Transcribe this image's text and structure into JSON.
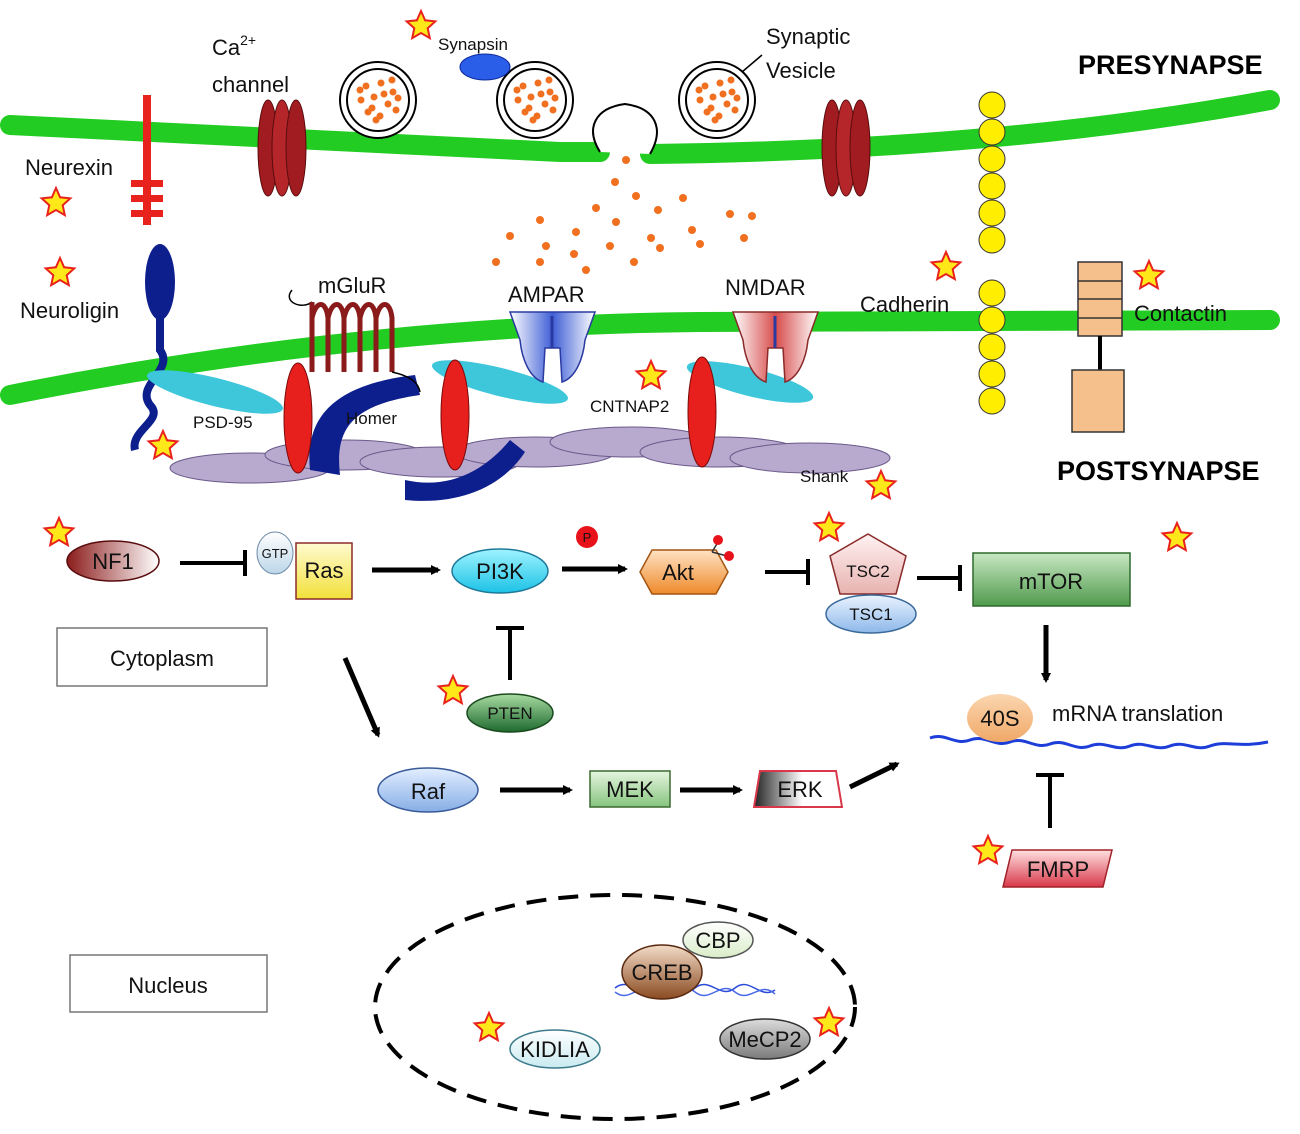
{
  "labels": {
    "presynapse": "PRESYNAPSE",
    "postsynapse": "POSTSYNAPSE",
    "ca_channel_1": "Ca",
    "ca_channel_sup": "2+",
    "ca_channel_2": "channel",
    "synapsin": "Synapsin",
    "synaptic_vesicle_1": "Synaptic",
    "synaptic_vesicle_2": "Vesicle",
    "neurexin": "Neurexin",
    "neuroligin": "Neuroligin",
    "mglur": "mGluR",
    "ampar": "AMPAR",
    "nmdar": "NMDAR",
    "cadherin": "Cadherin",
    "contactin": "Contactin",
    "psd95": "PSD-95",
    "homer": "Homer",
    "cntnap2": "CNTNAP2",
    "shank": "Shank"
  },
  "pathway": {
    "nf1": "NF1",
    "gtp": "GTP",
    "ras": "Ras",
    "pi3k": "PI3K",
    "p": "P",
    "akt": "Akt",
    "tsc2": "TSC2",
    "tsc1": "TSC1",
    "mtor": "mTOR",
    "pten": "PTEN",
    "raf": "Raf",
    "mek": "MEK",
    "erk": "ERK",
    "s40": "40S",
    "mrna": "mRNA translation",
    "fmrp": "FMRP"
  },
  "compartments": {
    "cytoplasm": "Cytoplasm",
    "nucleus": "Nucleus"
  },
  "nucleus_items": {
    "cbp": "CBP",
    "creb": "CREB",
    "mecp2": "MeCP2",
    "kidlia": "KIDLIA"
  },
  "colors": {
    "membrane": "#22cc22",
    "channel": "#a01c20",
    "neurexin": "#e8231d",
    "neuroligin": "#0d1f8c",
    "psd95": "#3ec6db",
    "scaffold": "#b8a9cf",
    "cadherin": "#ffee00",
    "contactin": "#f6c08c",
    "star_fill": "#ffe81a",
    "star_stroke": "#e8231d",
    "neurotransmitter": "#f07020"
  }
}
